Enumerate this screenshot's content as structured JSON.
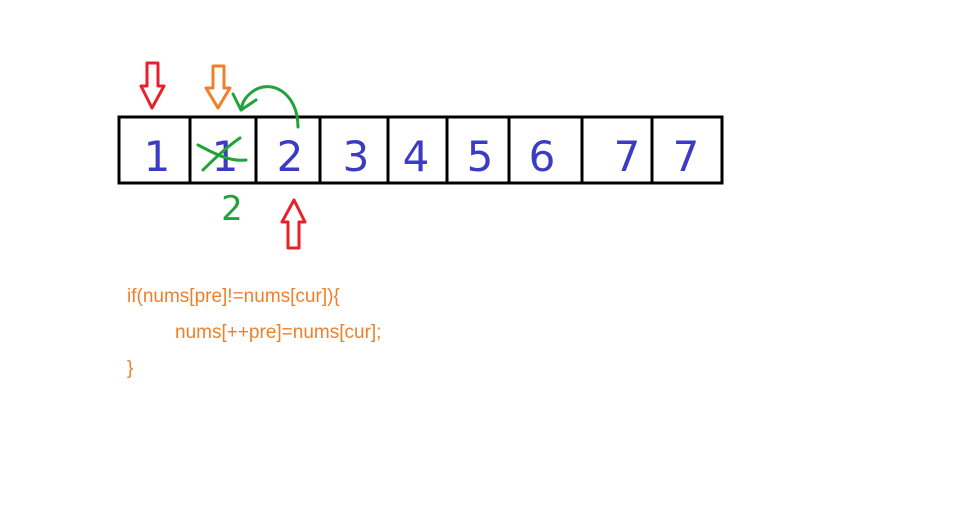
{
  "array": {
    "cells": [
      "1",
      "1",
      "2",
      "3",
      "4",
      "5",
      "6",
      "7",
      "7"
    ],
    "crossed_index": 1,
    "replacement_value": "2"
  },
  "code": {
    "line1": "if(nums[pre]!=nums[cur]){",
    "line2": "nums[++pre]=nums[cur];",
    "line3": "}"
  },
  "colors": {
    "cell_border": "#000000",
    "digit": "#3b3bc4",
    "pointer_red": "#e8202a",
    "pointer_orange": "#f07f2b",
    "annotation_green": "#22a33a",
    "code": "#f07f2b"
  },
  "icons": {
    "pre_pointer": "red-down-arrow-icon",
    "write_pointer": "orange-down-arrow-icon",
    "cur_pointer": "red-up-arrow-icon",
    "copy_arrow": "green-curved-arrow-icon",
    "cross_mark": "green-x-mark-icon"
  }
}
